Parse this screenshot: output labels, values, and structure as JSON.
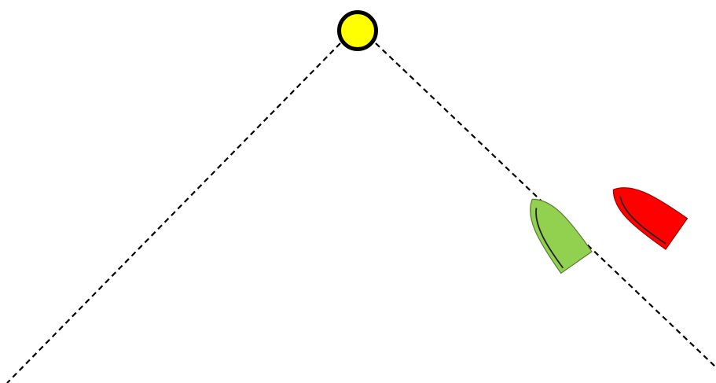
{
  "diagram": {
    "background_color": "#ffffff",
    "layline_color": "#000000",
    "mark": {
      "name": "windward-mark",
      "fill_color": "#ffff00",
      "stroke_color": "#000000"
    },
    "boats": [
      {
        "name": "green-boat",
        "fill_color": "#92d050",
        "outline_color": "#5a7d33",
        "detail_color": "#222222"
      },
      {
        "name": "red-boat",
        "fill_color": "#ff0000",
        "outline_color": "#a00000",
        "detail_color": "#222222"
      }
    ]
  }
}
